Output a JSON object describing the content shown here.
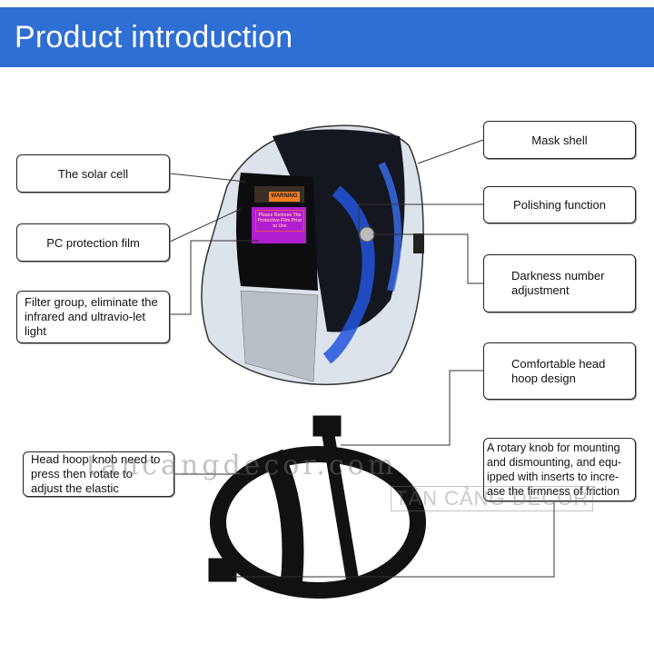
{
  "header": {
    "title": "Product introduction",
    "color": "#2f6fd3"
  },
  "callouts_left": [
    {
      "label": "The solar cell"
    },
    {
      "label": "PC protection film"
    },
    {
      "label": "Filter group,  eliminate the infrared and ultravio-let light"
    },
    {
      "label": "Head hoop knob need to press then rotate to adjust the elastic"
    }
  ],
  "callouts_right": [
    {
      "label": "Mask shell"
    },
    {
      "label": "Polishing function"
    },
    {
      "label": "Darkness number adjustment"
    },
    {
      "label": "Comfortable head hoop design"
    },
    {
      "label": "A rotary knob for mounting and dismounting, and equ-ipped with inserts to incre-ase the firmness of friction"
    }
  ],
  "helmet": {
    "warning_label": "WARNING",
    "warning_text": "Please Remove The Protective Film Prior to Use"
  },
  "watermark": {
    "url": "tancangdecor.com",
    "brand": "TÂN CẢNG DECOR"
  }
}
